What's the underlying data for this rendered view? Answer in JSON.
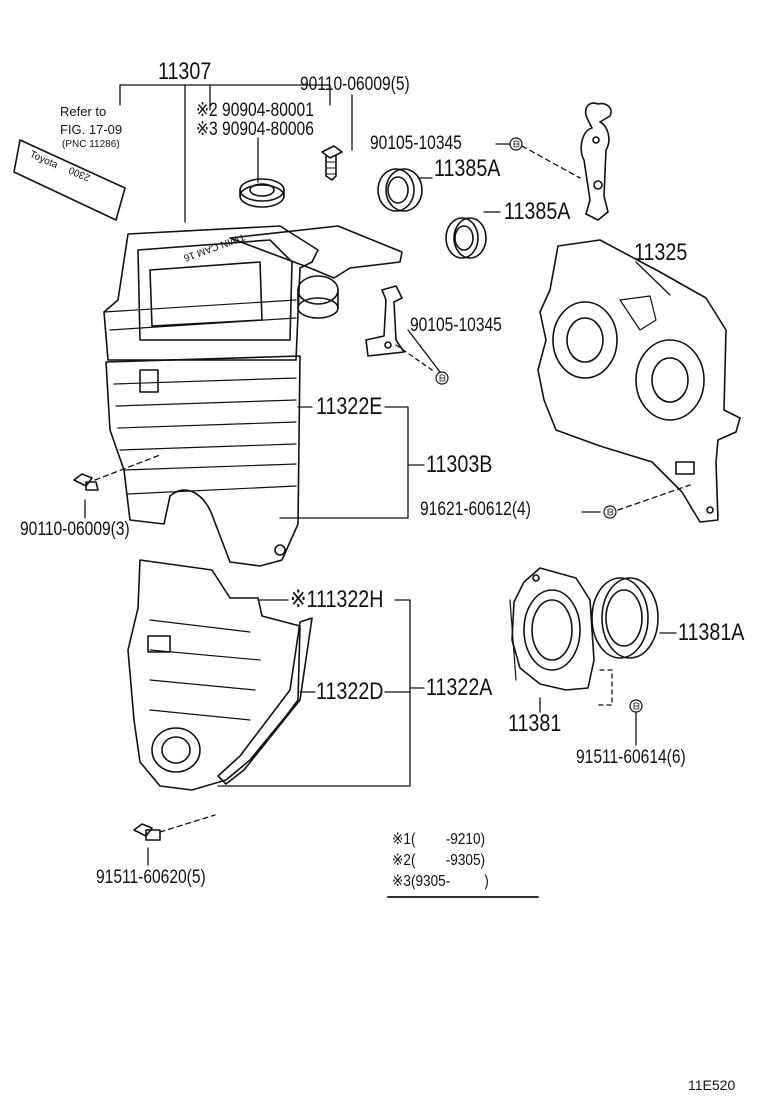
{
  "labels": {
    "p11307": "11307",
    "ref_line1": "Refer to",
    "ref_line2": "FIG. 17-09",
    "ref_pnc": "(PNC 11286)",
    "p90904_80001": "※2 90904-80001",
    "p90904_80006": "※3 90904-80006",
    "p90110_06009_5": "90110-06009(5)",
    "p90105_10345_top": "90105-10345",
    "p11385A_1": "11385A",
    "p11385A_2": "11385A",
    "p11325": "11325",
    "p90105_10345_mid": "90105-10345",
    "p11322E": "11322E",
    "p11303B": "11303B",
    "p90110_06009_3": "90110-06009(3)",
    "p91621_60612": "91621-60612(4)",
    "p111322H": "※111322H",
    "p11322D": "11322D",
    "p11322A": "11322A",
    "p11381A": "11381A",
    "p11381": "11381",
    "p91511_60614": "91511-60614(6)",
    "p91511_60620": "91511-60620(5)",
    "figure_code": "11E520"
  },
  "decal": {
    "line1": "Toyota",
    "line2": "2300"
  },
  "cover_text": "TWIN CAM 16",
  "notes": [
    {
      "mark": "※1",
      "range": "(        -9210)"
    },
    {
      "mark": "※2",
      "range": "(        -9305)"
    },
    {
      "mark": "※3",
      "range": "(9305-         )"
    }
  ]
}
